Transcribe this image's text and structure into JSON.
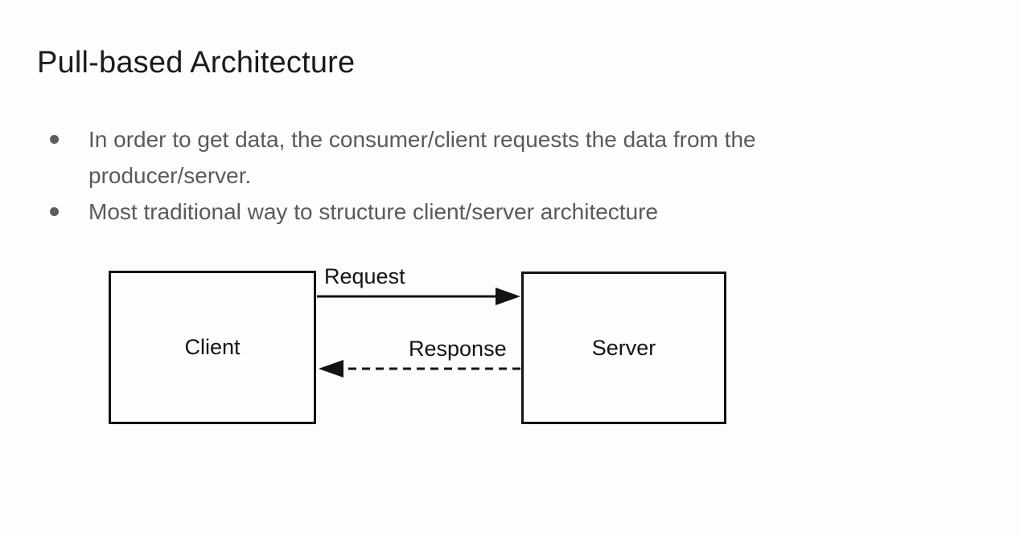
{
  "slide": {
    "title": "Pull-based Architecture",
    "bullets": [
      "In order to get data, the consumer/client requests the data from the\nproducer/server.",
      "Most traditional way to structure client/server architecture"
    ]
  },
  "diagram": {
    "client_label": "Client",
    "server_label": "Server",
    "request_label": "Request",
    "response_label": "Response",
    "request_arrow": {
      "direction": "client-to-server",
      "style": "solid"
    },
    "response_arrow": {
      "direction": "server-to-client",
      "style": "dashed"
    }
  },
  "colors": {
    "background": "#fdfdfd",
    "title_text": "#1b1b1b",
    "body_text": "#5a5a5a",
    "diagram_ink": "#131313"
  }
}
